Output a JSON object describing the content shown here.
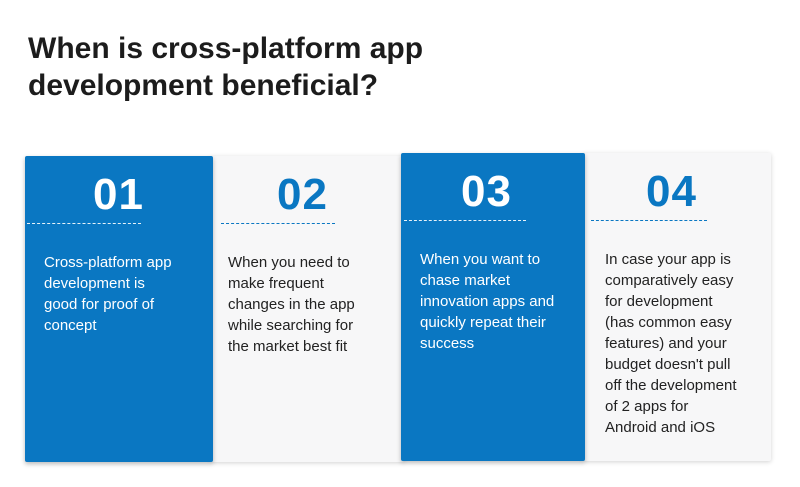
{
  "title": {
    "lines": [
      "When is cross-platform app",
      "development beneficial?"
    ]
  },
  "colors": {
    "accent": "#0a77c2",
    "card_grey": "#f7f7f8",
    "title": "#1c1c1c"
  },
  "cards": [
    {
      "number": "01",
      "lines": [
        "Cross-platform app",
        "development is",
        "good for proof of",
        "concept"
      ]
    },
    {
      "number": "02",
      "lines": [
        "When you need to",
        "make frequent",
        "changes in the app",
        "while searching for",
        "the market best fit"
      ]
    },
    {
      "number": "03",
      "lines": [
        "When you want to",
        "chase market",
        "innovation apps and",
        "quickly repeat their",
        "success"
      ]
    },
    {
      "number": "04",
      "lines": [
        "In case your app is",
        "comparatively easy",
        "for development",
        "(has common easy",
        "features) and your",
        "budget doesn't pull",
        "off the development",
        "of 2 apps for",
        "Android and iOS"
      ]
    }
  ]
}
